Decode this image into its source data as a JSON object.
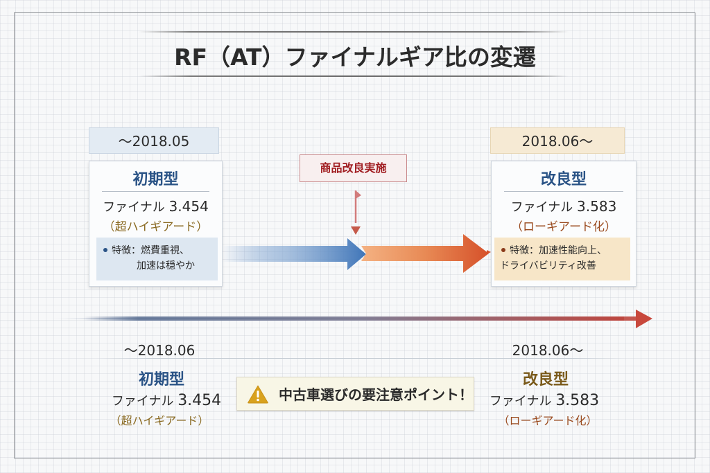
{
  "title": "RF（AT）ファイナルギア比の変遷",
  "colors": {
    "accent_blue": "#2a5386",
    "accent_orange": "#d75a2a",
    "callout_red": "#a11e22",
    "warning_yellow": "#d9a21e"
  },
  "top": {
    "before": {
      "date": "〜2018.05",
      "model": "初期型",
      "final_label": "ファイナル",
      "final_value": "3.454",
      "note_paren": "（超ハイギアード）",
      "note_line1": "特徴：燃費重視、",
      "note_line2": "加速は穏やか"
    },
    "after": {
      "date": "2018.06〜",
      "model": "改良型",
      "final_label": "ファイナル",
      "final_value": "3.583",
      "note_paren": "（ローギアード化）",
      "note_line1": "特徴：加速性能向上、",
      "note_line2": "ドライバビリティ改善"
    },
    "callout": "商品改良実施",
    "icons": {
      "arrow_blue": "arrow-right-icon",
      "arrow_orange": "arrow-right-icon",
      "arrow_down": "arrow-down-icon"
    }
  },
  "bottom": {
    "before": {
      "date": "〜2018.06",
      "model": "初期型",
      "final_label": "ファイナル",
      "final_value": "3.454",
      "note_paren": "（超ハイギアード）"
    },
    "after": {
      "date": "2018.06〜",
      "model": "改良型",
      "final_label": "ファイナル",
      "final_value": "3.583",
      "note_paren": "（ローギアード化）"
    },
    "warning": {
      "icon": "warning-icon",
      "text": "中古車選びの要注意ポイント！"
    }
  }
}
